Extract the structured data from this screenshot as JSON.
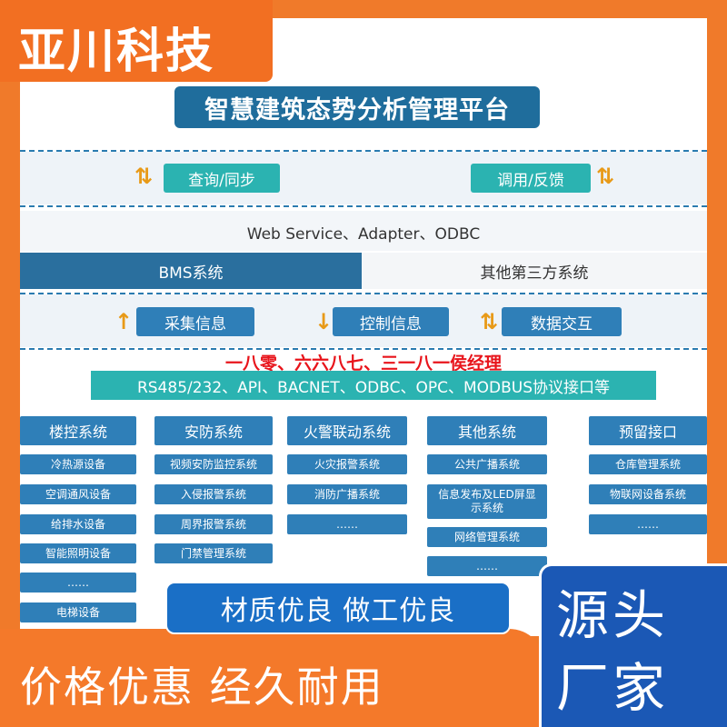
{
  "brand": "亚川科技",
  "title": "智慧建筑态势分析管理平台",
  "row1": {
    "left_label": "查询/同步",
    "right_label": "调用/反馈"
  },
  "protocol": "Web Service、Adapter、ODBC",
  "systems": {
    "bms": "BMS系统",
    "third_party": "其他第三方系统"
  },
  "row2": {
    "collect": "采集信息",
    "control": "控制信息",
    "exchange": "数据交互"
  },
  "red_text": "一八零、六六八七、三一八一侯经理",
  "interfaces": "RS485/232、API、BACNET、ODBC、OPC、MODBUS协议接口等",
  "columns": [
    {
      "title": "楼控系统",
      "items": [
        "冷热源设备",
        "空调通风设备",
        "给排水设备",
        "智能照明设备",
        "……",
        "电梯设备"
      ]
    },
    {
      "title": "安防系统",
      "items": [
        "视频安防监控系统",
        "入侵报警系统",
        "周界报警系统",
        "门禁管理系统"
      ]
    },
    {
      "title": "火警联动系统",
      "items": [
        "火灾报警系统",
        "消防广播系统",
        "……"
      ]
    },
    {
      "title": "其他系统",
      "items": [
        "公共广播系统",
        "信息发布及LED屏显示系统",
        "网络管理系统",
        "……"
      ]
    },
    {
      "title": "预留接口",
      "items": [
        "仓库管理系统",
        "物联网设备系统",
        "……"
      ]
    }
  ],
  "banner_mid": "材质优良  做工优良",
  "bottom_text": "价格优惠  经久耐用",
  "corner": {
    "line1": "源头",
    "line2": "厂家"
  },
  "colors": {
    "orange": "#f07a2a",
    "dark_blue": "#1f6d9c",
    "blue": "#2f7fb8",
    "teal": "#2bb3b1",
    "red": "#e8141b"
  },
  "icons": {
    "up_down_arrow": "up-down-arrow-icon",
    "up_arrow": "up-arrow-icon",
    "down_arrow": "down-arrow-icon"
  }
}
